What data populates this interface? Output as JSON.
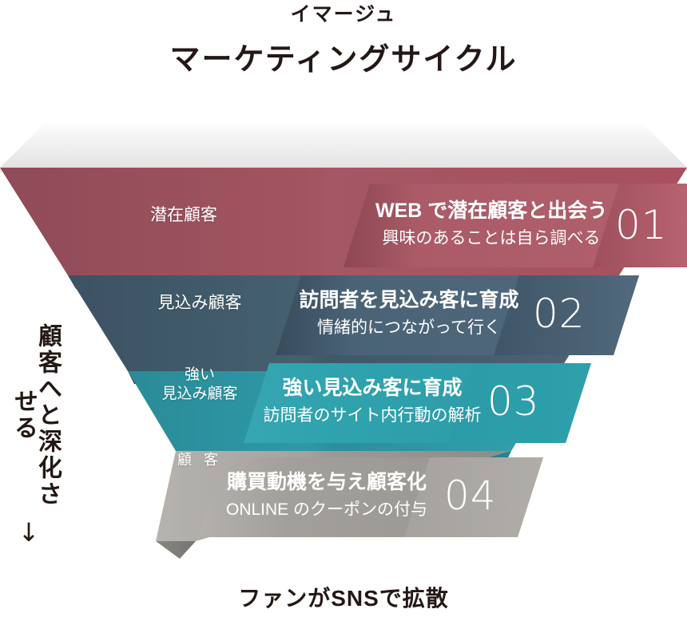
{
  "title": {
    "small": "イマージュ",
    "large": "マーケティングサイクル"
  },
  "vertical_axis": {
    "label": "顧客へと深化させる",
    "arrow": "↓",
    "arrow_icon_name": "down-arrow-icon"
  },
  "bottom_caption": "ファンがSNSで拡散",
  "funnel": {
    "stages": [
      {
        "label": "潜在顧客",
        "color": "#9d5260",
        "color_dark": "#8a4653"
      },
      {
        "label": "見込み顧客",
        "color": "#42596b",
        "color_dark": "#36495a"
      },
      {
        "label": "強い\n見込み顧客",
        "color": "#2d93a0",
        "color_dark": "#26808c"
      },
      {
        "label": "顧 客",
        "color": "#a8a5a1",
        "color_dark": "#93908c"
      }
    ]
  },
  "steps": [
    {
      "number": "01",
      "title": "WEB で潜在顧客と出会う",
      "subtitle": "興味のあることは自ら調べる",
      "color": "#ab5b68",
      "color_dark": "#8e4855"
    },
    {
      "number": "02",
      "title": "訪問者を見込み客に育成",
      "subtitle": "情緒的につながって行く",
      "color": "#4a6377",
      "color_dark": "#3a5165"
    },
    {
      "number": "03",
      "title": "強い見込み客に育成",
      "subtitle": "訪問者のサイト内行動の解析",
      "color": "#2fa3ae",
      "color_dark": "#2a909c"
    },
    {
      "number": "04",
      "title": "購買動機を与え顧客化",
      "subtitle": "ONLINE のクーポンの付与",
      "color": "#aaa7a3",
      "color_dark": "#97948f"
    }
  ]
}
